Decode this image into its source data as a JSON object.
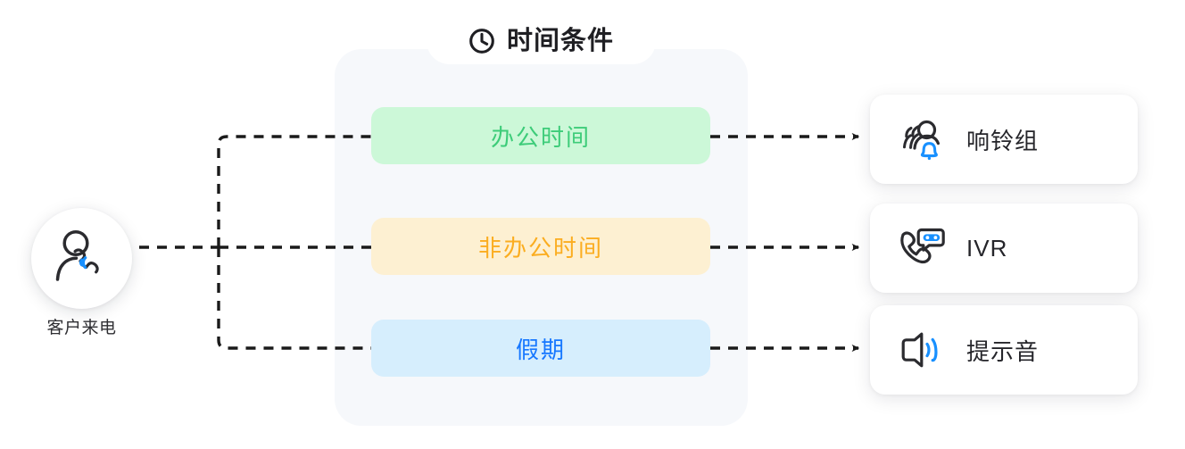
{
  "panel": {
    "title": "时间条件",
    "title_icon": "clock-icon"
  },
  "source": {
    "label": "客户来电",
    "icon": "caller-person-phone-icon"
  },
  "conditions": [
    {
      "label": "办公时间",
      "fill": "#ccf8d8",
      "text_color": "#3dcc79",
      "icon": ""
    },
    {
      "label": "非办公时间",
      "fill": "#fdf0d2",
      "text_color": "#fbad20",
      "icon": ""
    },
    {
      "label": "假期",
      "fill": "#d6eefd",
      "text_color": "#1677ff",
      "icon": ""
    }
  ],
  "destinations": [
    {
      "label": "响铃组",
      "icon": "ring-group-bell-icon"
    },
    {
      "label": "IVR",
      "icon": "ivr-phone-bubble-icon"
    },
    {
      "label": "提示音",
      "icon": "speaker-sound-icon"
    }
  ],
  "colors": {
    "accent_blue": "#1890ff",
    "ink": "#25252a",
    "panel_bg": "#f6f8fb",
    "connector": "#1a1a1a",
    "canvas": "#ffffff"
  },
  "connectors": {
    "style": "dashed",
    "arrowhead": "solid-triangle",
    "branch_count": 3
  }
}
